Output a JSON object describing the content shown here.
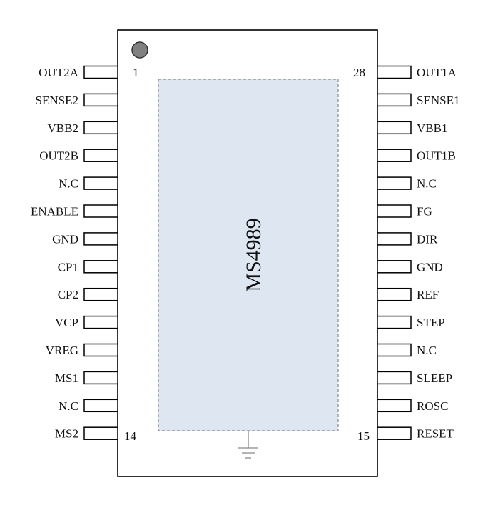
{
  "chip": {
    "name": "MS4989",
    "pin_number_labels": {
      "top_left": "1",
      "bottom_left": "14",
      "top_right": "28",
      "bottom_right": "15"
    },
    "left_pins": [
      "OUT2A",
      "SENSE2",
      "VBB2",
      "OUT2B",
      "N.C",
      "ENABLE",
      "GND",
      "CP1",
      "CP2",
      "VCP",
      "VREG",
      "MS1",
      "N.C",
      "MS2"
    ],
    "right_pins": [
      "OUT1A",
      "SENSE1",
      "VBB1",
      "OUT1B",
      "N.C",
      "FG",
      "DIR",
      "GND",
      "REF",
      "STEP",
      "N.C",
      "SLEEP",
      "ROSC",
      "RESET"
    ]
  },
  "colors": {
    "body_outline": "#000000",
    "die_fill": "#dde6f1",
    "die_border": "#8a8a8a",
    "pin1_marker": "#808080",
    "ground_symbol": "#888888"
  },
  "icons": {
    "pin1_marker": "filled-circle-dot",
    "ground": "ground-symbol-icon"
  }
}
